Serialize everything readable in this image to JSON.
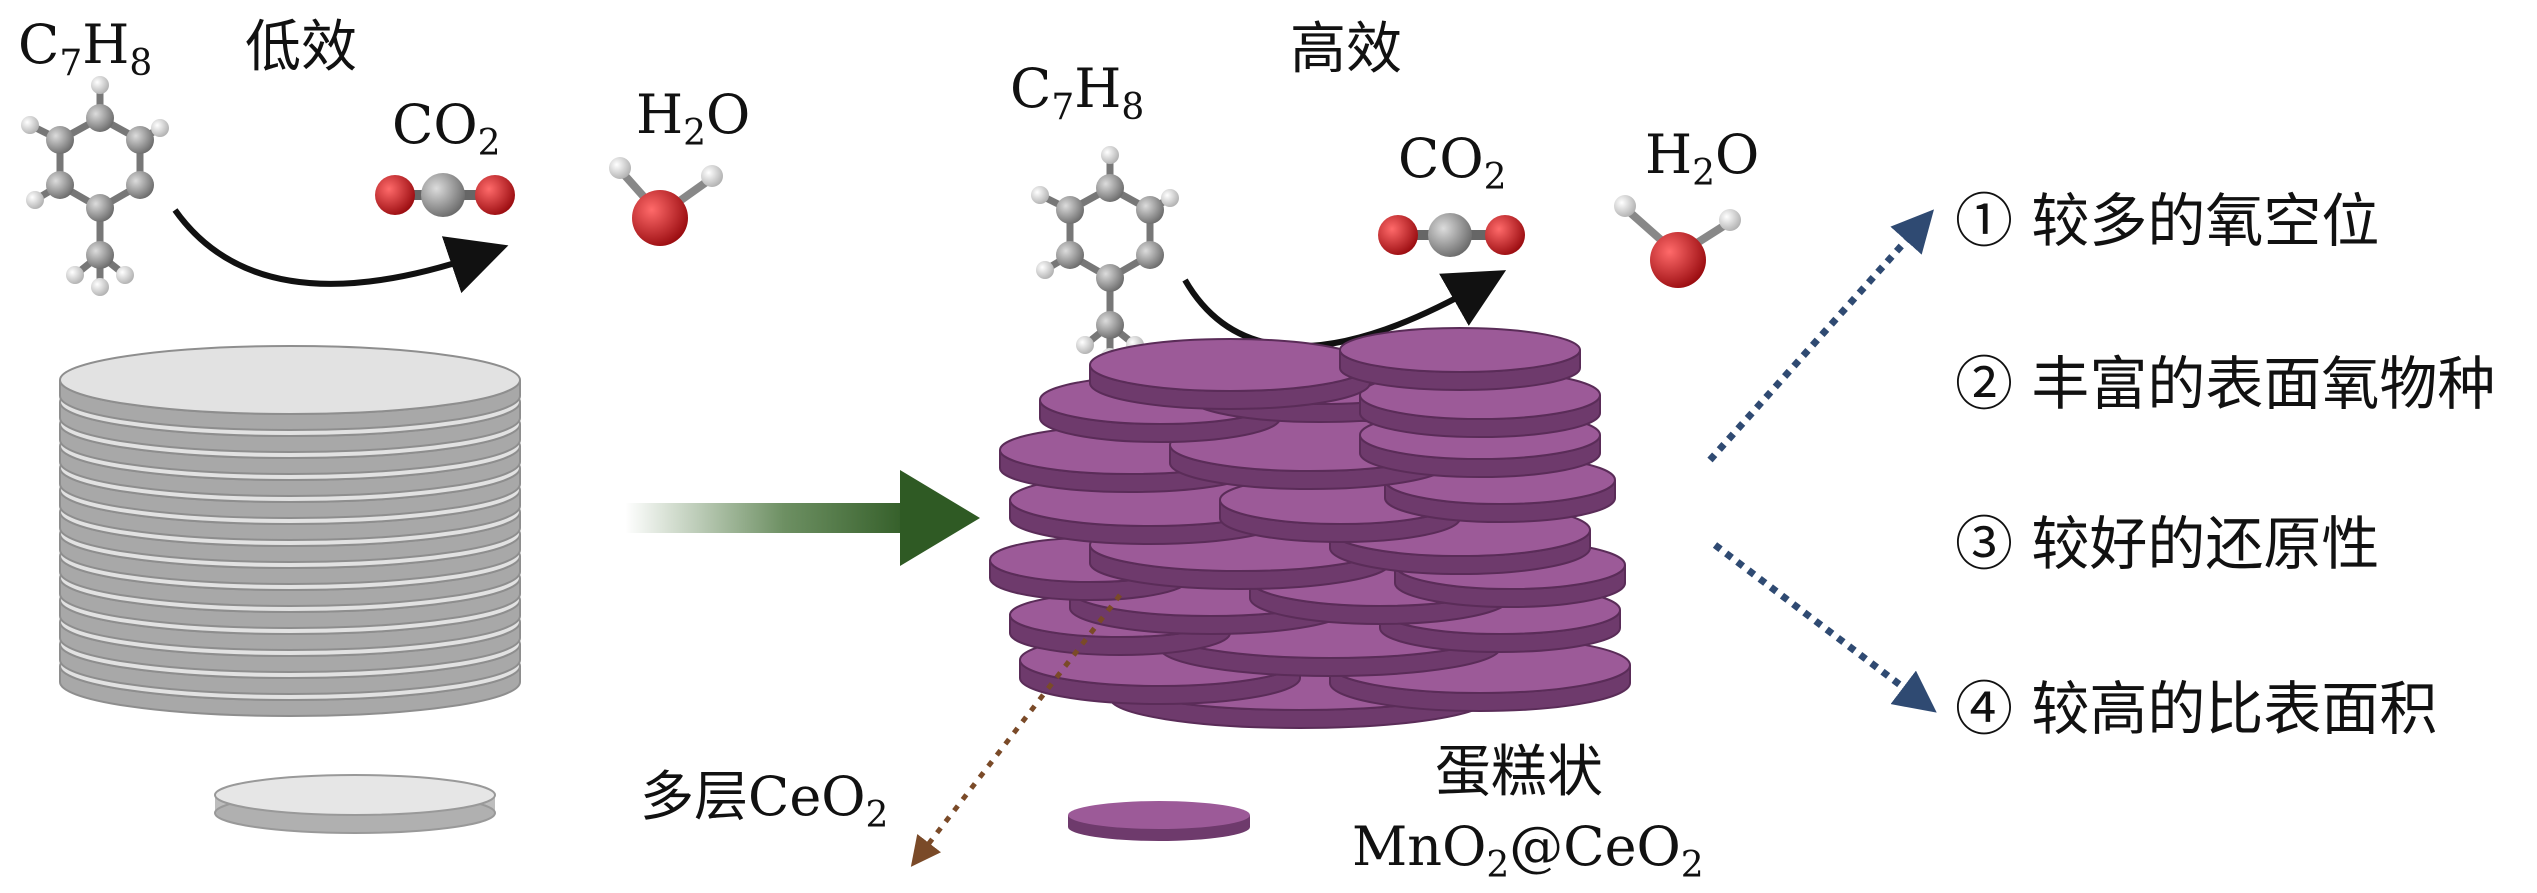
{
  "labels": {
    "left": {
      "toluene": [
        "C",
        "7",
        "H",
        "8"
      ],
      "efficiency": "低效",
      "co2": [
        "CO",
        "2"
      ],
      "h2o": [
        "H",
        "2",
        "O"
      ],
      "material": [
        "多层CeO",
        "2"
      ]
    },
    "right": {
      "toluene": [
        "C",
        "7",
        "H",
        "8"
      ],
      "efficiency": "高效",
      "co2": [
        "CO",
        "2"
      ],
      "h2o": [
        "H",
        "2",
        "O"
      ],
      "material_line1": "蛋糕状",
      "material_line2": [
        "MnO",
        "2",
        "@CeO",
        "2"
      ]
    },
    "features": [
      "① 较多的氧空位",
      "② 丰富的表面氧物种",
      "③ 较好的还原性",
      "④ 较高的比表面积"
    ]
  },
  "colors": {
    "disk_gray_top": "#e2e2e2",
    "disk_gray_side": "#a8a8a8",
    "disk_purple_top": "#9c5a98",
    "disk_purple_side": "#6e3a6c",
    "arrow_green": "#3c6a2e",
    "arrow_blue": "#2f4a72",
    "arrow_brown": "#7a4a28",
    "oxygen_red": "#c0141a",
    "carbon_gray": "#8a8a8a"
  },
  "icons": [
    "toluene-molecule-icon",
    "co2-molecule-icon",
    "h2o-molecule-icon",
    "disk-stack-icon"
  ]
}
